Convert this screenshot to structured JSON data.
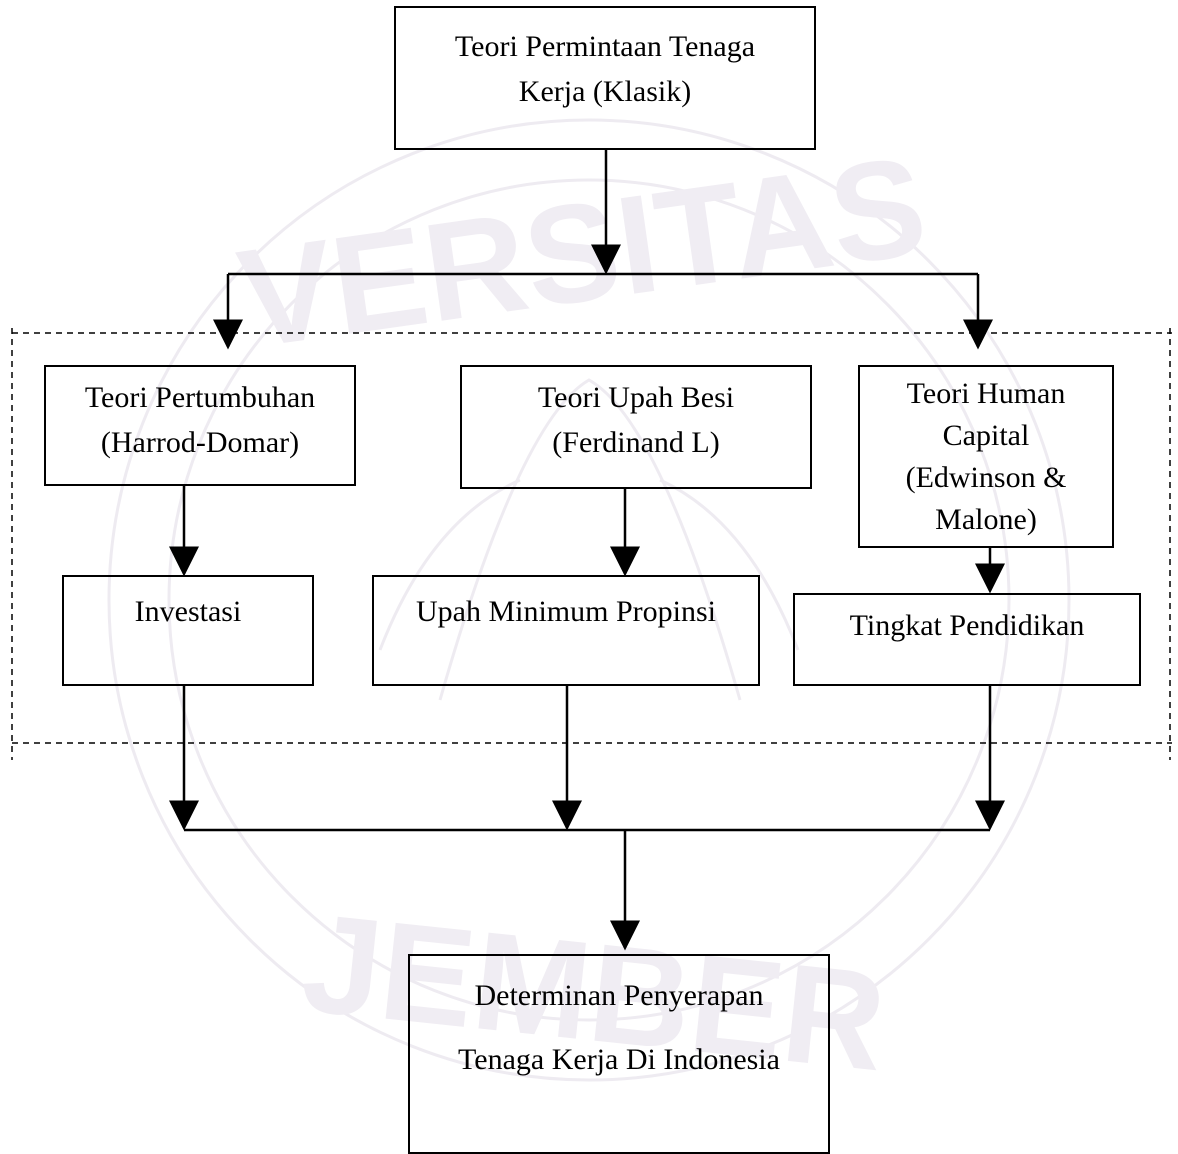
{
  "diagram": {
    "top": {
      "line1": "Teori Permintaan Tenaga",
      "line2": "Kerja (Klasik)"
    },
    "theories": [
      {
        "lines": [
          "Teori Pertumbuhan",
          "(Harrod-Domar)"
        ]
      },
      {
        "lines": [
          "Teori Upah Besi",
          "(Ferdinand L)"
        ]
      },
      {
        "lines": [
          "Teori Human",
          "Capital",
          "(Edwinson &",
          "Malone)"
        ]
      }
    ],
    "variables": [
      "Investasi",
      "Upah Minimum Propinsi",
      "Tingkat Pendidikan"
    ],
    "result": {
      "line1": "Determinan Penyerapan",
      "line2": "Tenaga Kerja Di Indonesia"
    },
    "watermark": {
      "top_text": "VERSITAS",
      "bottom_text": "JEMBER",
      "color": "#e8e4ec"
    },
    "line_color": "#000000"
  }
}
